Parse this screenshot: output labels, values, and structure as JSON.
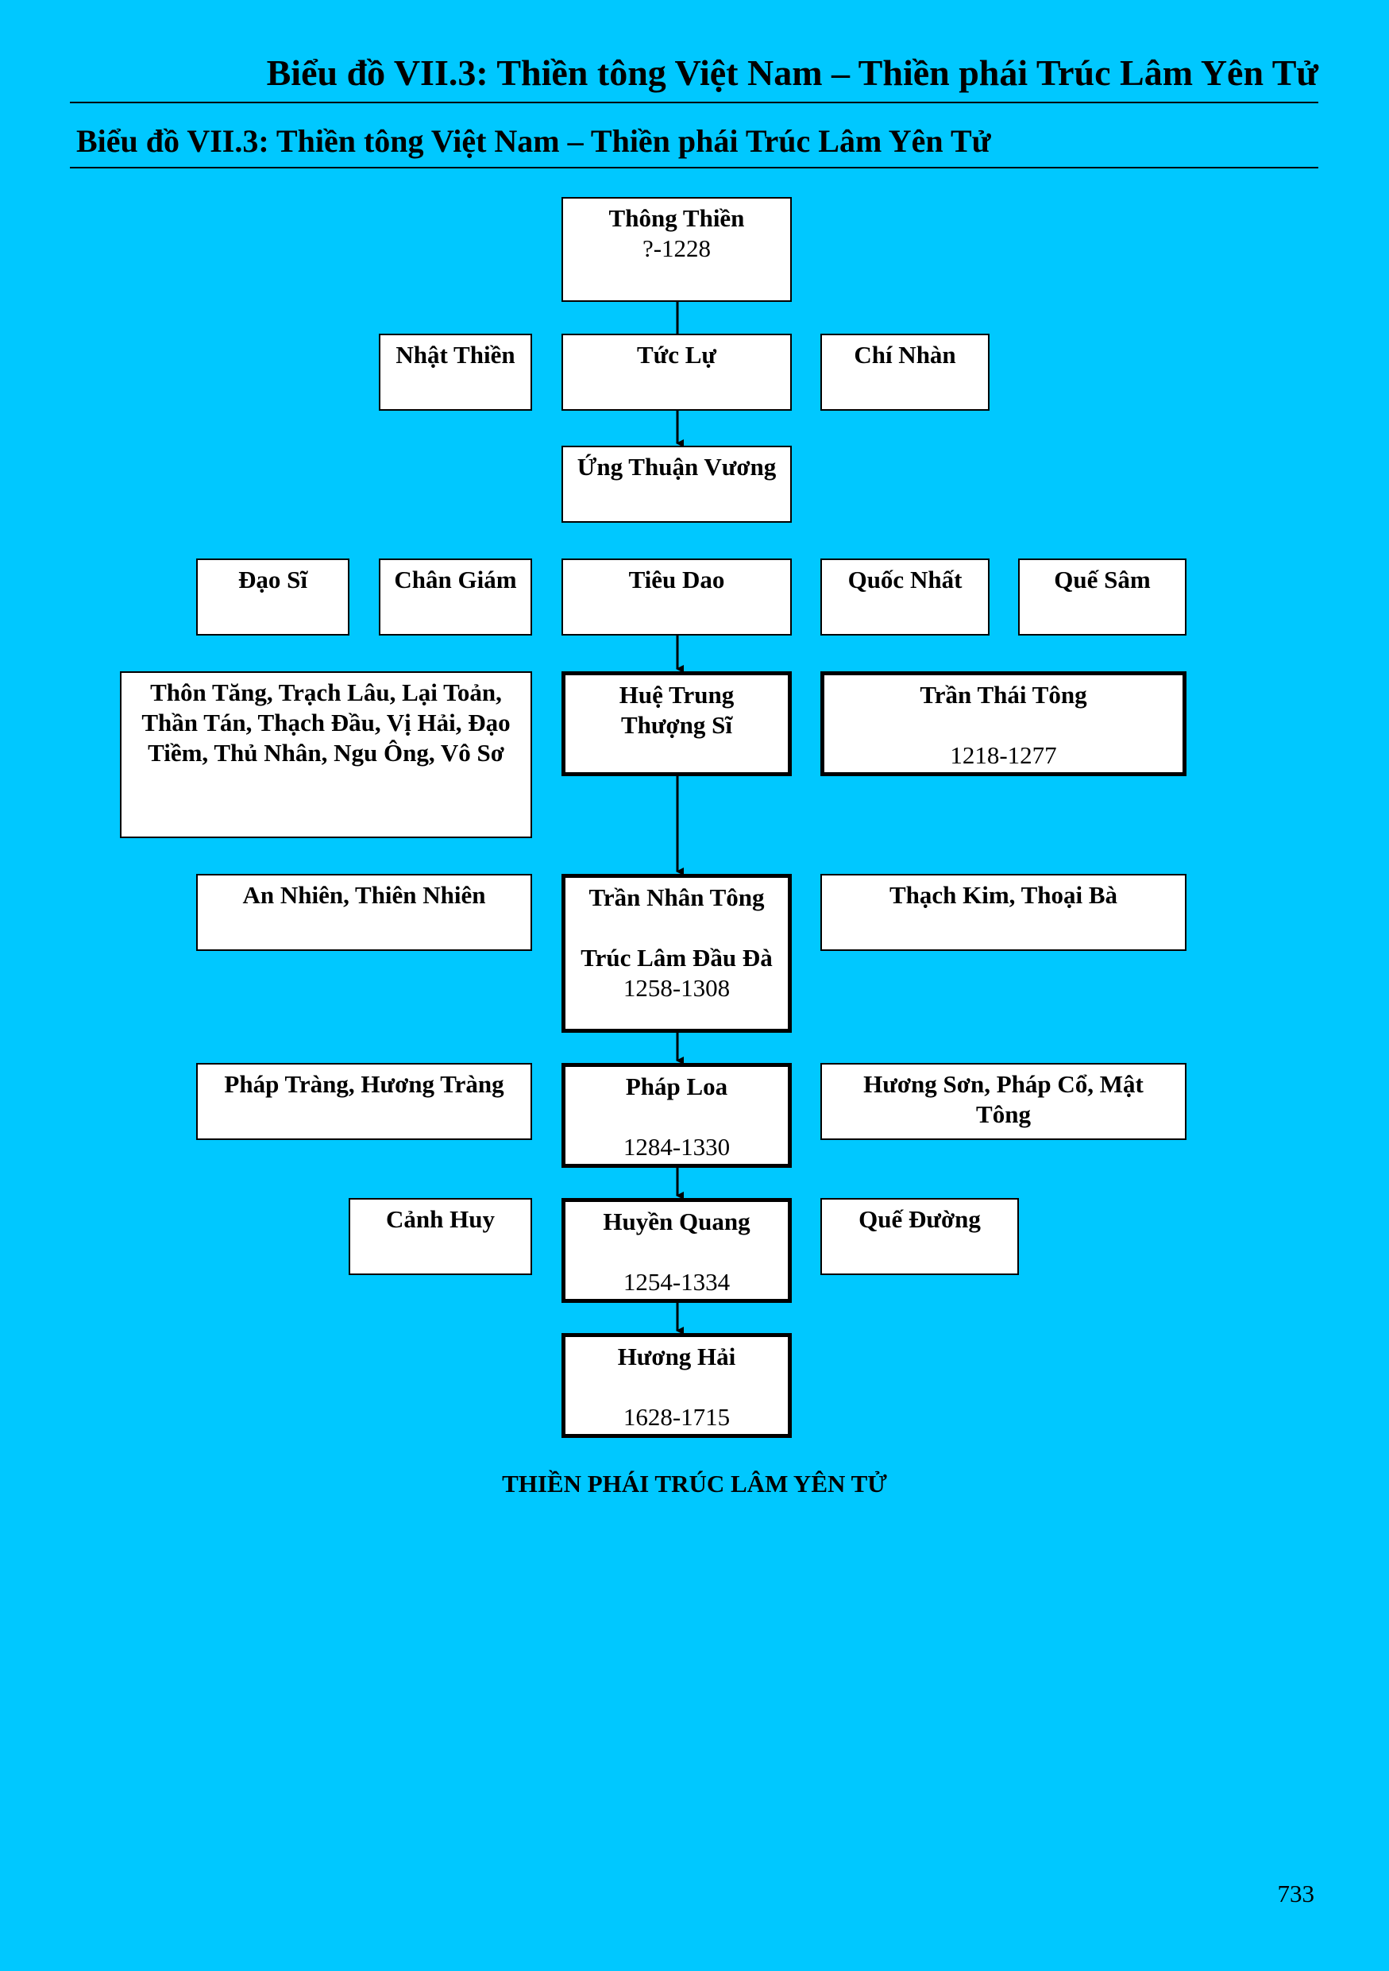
{
  "header": {
    "running_title": "Biểu đồ VII.3: Thiền tông Việt Nam – Thiền phái Trúc Lâm Yên Tử",
    "chart_title": "Biểu đồ VII.3: Thiền tông Việt Nam – Thiền phái Trúc Lâm Yên Tử"
  },
  "nodes": {
    "thong_thien": {
      "name": "Thông Thiền",
      "dates": "?-1228"
    },
    "nhat_thien": {
      "name": "Nhật Thiền"
    },
    "tuc_lu": {
      "name": "Tức Lự"
    },
    "chi_nhan": {
      "name": "Chí Nhàn"
    },
    "ung_thuan_vuong": {
      "name": "Ứng Thuận Vương"
    },
    "dao_si": {
      "name": "Đạo Sĩ"
    },
    "chan_giam": {
      "name": "Chân Giám"
    },
    "tieu_dao": {
      "name": "Tiêu Dao"
    },
    "quoc_nhat": {
      "name": "Quốc Nhất"
    },
    "que_sam": {
      "name": "Quế Sâm"
    },
    "thon_tang_group": {
      "line1": "Thôn Tăng, Trạch Lâu, Lại Toản,",
      "line2": "Thần Tán, Thạch Đầu, Vị Hải, Đạo",
      "line3": "Tiềm, Thủ Nhân, Ngu Ông, Vô Sơ"
    },
    "hue_trung": {
      "line1": "Huệ Trung",
      "line2": "Thượng Sĩ"
    },
    "tran_thai_tong": {
      "name": "Trần Thái Tông",
      "dates": "1218-1277"
    },
    "an_nhien": {
      "name": "An Nhiên, Thiên Nhiên"
    },
    "tran_nhan_tong": {
      "name": "Trần Nhân Tông",
      "title": "Trúc Lâm Đầu Đà",
      "dates": "1258-1308"
    },
    "thach_kim": {
      "name": "Thạch Kim, Thoại Bà"
    },
    "phap_trang": {
      "name": "Pháp Tràng, Hương Tràng"
    },
    "phap_loa": {
      "name": "Pháp Loa",
      "dates": "1284-1330"
    },
    "huong_son": {
      "line1": "Hương Sơn, Pháp Cổ, Mật",
      "line2": "Tông"
    },
    "canh_huy": {
      "name": "Cảnh Huy"
    },
    "huyen_quang": {
      "name": "Huyền Quang",
      "dates": "1254-1334"
    },
    "que_duong": {
      "name": "Quế Đường"
    },
    "huong_hai": {
      "name": "Hương Hải",
      "dates": "1628-1715"
    }
  },
  "caption": "THIỀN PHÁI TRÚC LÂM YÊN TỬ",
  "page_number": "733"
}
